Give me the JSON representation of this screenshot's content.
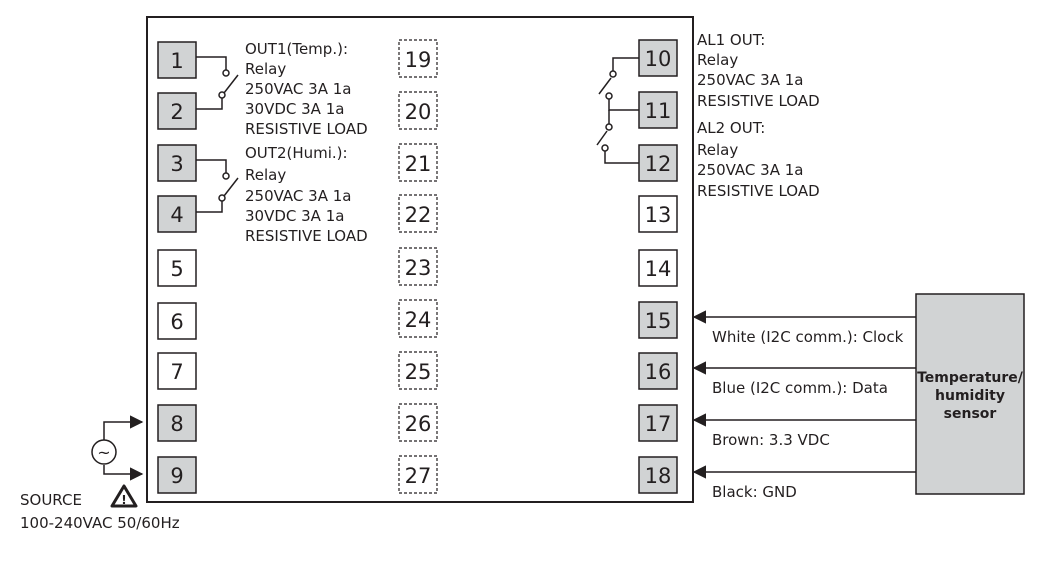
{
  "terminals": {
    "t1": "1",
    "t2": "2",
    "t3": "3",
    "t4": "4",
    "t5": "5",
    "t6": "6",
    "t7": "7",
    "t8": "8",
    "t9": "9",
    "t10": "10",
    "t11": "11",
    "t12": "12",
    "t13": "13",
    "t14": "14",
    "t15": "15",
    "t16": "16",
    "t17": "17",
    "t18": "18",
    "t19": "19",
    "t20": "20",
    "t21": "21",
    "t22": "22",
    "t23": "23",
    "t24": "24",
    "t25": "25",
    "t26": "26",
    "t27": "27"
  },
  "out1": {
    "title": "OUT1(Temp.):",
    "type": "Relay",
    "ac": "250VAC 3A 1a",
    "dc": "30VDC 3A 1a",
    "load": "RESISTIVE LOAD"
  },
  "out2": {
    "title": "OUT2(Humi.):",
    "type": "Relay",
    "ac": "250VAC 3A 1a",
    "dc": "30VDC 3A 1a",
    "load": "RESISTIVE LOAD"
  },
  "al1": {
    "title": "AL1 OUT:",
    "type": "Relay",
    "ac": "250VAC 3A 1a",
    "load": "RESISTIVE LOAD"
  },
  "al2": {
    "title": "AL2 OUT:",
    "type": "Relay",
    "ac": "250VAC 3A 1a",
    "load": "RESISTIVE LOAD"
  },
  "sensor": {
    "line1": "Temperature/",
    "line2": "humidity",
    "line3": "sensor",
    "wire_white": "White (I2C comm.): Clock",
    "wire_blue": "Blue (I2C comm.): Data",
    "wire_brown": "Brown: 3.3 VDC",
    "wire_black": "Black: GND"
  },
  "source": {
    "label": "SOURCE",
    "spec": "100-240VAC 50/60Hz",
    "ac_symbol": "~",
    "warning_symbol": "!"
  },
  "colors": {
    "line": "#231f20",
    "terminal_fill_shaded": "#d1d3d4",
    "terminal_fill_plain": "#ffffff",
    "sensor_fill": "#d1d3d4"
  }
}
